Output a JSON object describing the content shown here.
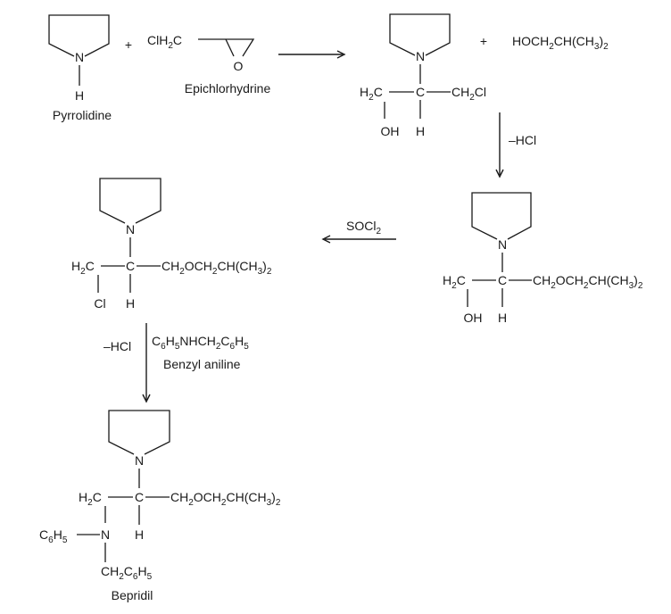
{
  "reactants": {
    "pyrrolidine_nh_n": "N",
    "pyrrolidine_nh_h": "H",
    "pyrrolidine_name": "Pyrrolidine",
    "plus": "+",
    "epichlorohydrin_group": "ClH",
    "epichlorohydrin_group_sub": "2",
    "epichlorohydrin_group_c": "C",
    "epichlorohydrin_o": "O",
    "epichlorohydrin_name": "Epichlorhydrine"
  },
  "step1_product": {
    "ring_n": "N",
    "h2c": "H",
    "h2c_sub": "2",
    "h2c_c": "C",
    "center_c": "C",
    "ch2cl_pre": "CH",
    "ch2cl_sub": "2",
    "ch2cl_post": "Cl",
    "oh": "OH",
    "h": "H",
    "plus": "+",
    "alcohol_1": "HOCH",
    "alcohol_2": "CH(CH",
    "alcohol_3": ")",
    "sub2": "2",
    "sub3": "3"
  },
  "step2": {
    "reagent": "–HCl",
    "ring_n": "N",
    "h2c": "H",
    "h2c_c": "C",
    "center_c": "C",
    "ether_1": "CH",
    "ether_2": "OCH",
    "ether_3": "CH(CH",
    "ether_4": ")",
    "oh": "OH",
    "h": "H",
    "sub2": "2",
    "sub3": "3"
  },
  "step3": {
    "reagent_pre": "SOCl",
    "reagent_sub": "2",
    "ring_n": "N",
    "h2c": "H",
    "h2c_c": "C",
    "center_c": "C",
    "ether_1": "CH",
    "ether_2": "OCH",
    "ether_3": "CH(CH",
    "ether_4": ")",
    "cl": "Cl",
    "h": "H",
    "sub2": "2",
    "sub3": "3"
  },
  "step4": {
    "reagent_minus_hcl": "–HCl",
    "benzyl_1": "C",
    "benzyl_2": "H",
    "benzyl_3": "NHCH",
    "benzyl_4": "C",
    "benzyl_5": "H",
    "benzyl_name": "Benzyl aniline",
    "sub2": "2",
    "sub5": "5",
    "sub6": "6"
  },
  "bepridil": {
    "ring_n": "N",
    "h2c": "H",
    "h2c_c": "C",
    "center_c": "C",
    "ether_1": "CH",
    "ether_2": "OCH",
    "ether_3": "CH(CH",
    "ether_4": ")",
    "h": "H",
    "phenyl_c": "C",
    "phenyl_h": "H",
    "n": "N",
    "benzyl_ch": "CH",
    "benzyl_c": "C",
    "benzyl_h": "H",
    "sub2": "2",
    "sub3": "3",
    "sub5": "5",
    "sub6": "6",
    "name": "Bepridil"
  }
}
